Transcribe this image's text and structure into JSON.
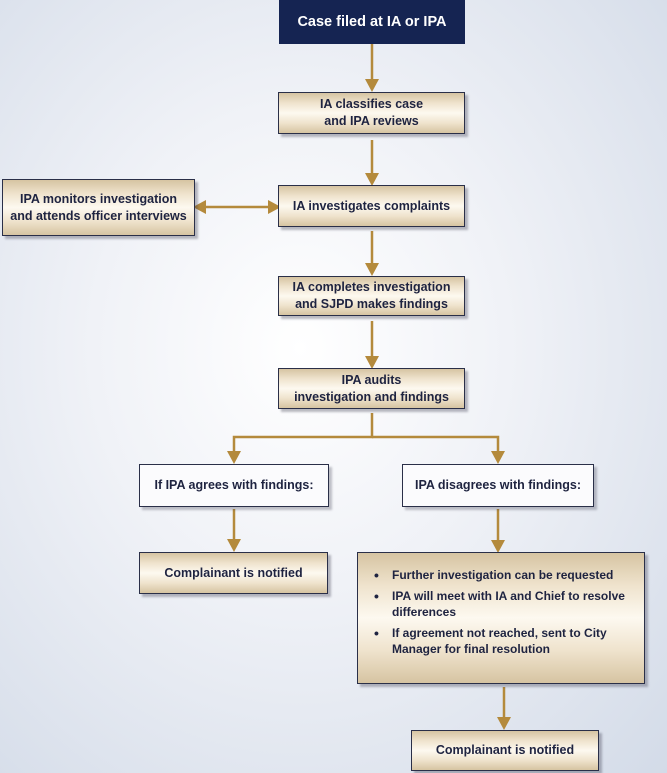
{
  "nodes": {
    "case_filed": "Case filed at IA or IPA",
    "classifies": [
      "IA classifies case",
      "and IPA reviews"
    ],
    "monitors": [
      "IPA monitors investigation",
      "and attends officer interviews"
    ],
    "investigates": "IA investigates complaints",
    "completes": [
      "IA completes investigation",
      "and SJPD makes findings"
    ],
    "audits": [
      "IPA audits",
      "investigation and findings"
    ],
    "agrees": "If IPA agrees with findings:",
    "disagrees": "IPA disagrees with findings:",
    "notified_left": "Complainant is notified",
    "bullets": [
      "Further investigation can be requested",
      "IPA will meet with IA and Chief to resolve differences",
      "If agreement not reached, sent to City Manager for final resolution"
    ],
    "notified_right": "Complainant is notified"
  },
  "colors": {
    "arrow": "#b48a3c",
    "dark_box": "#152452",
    "border": "#2a2f48"
  }
}
